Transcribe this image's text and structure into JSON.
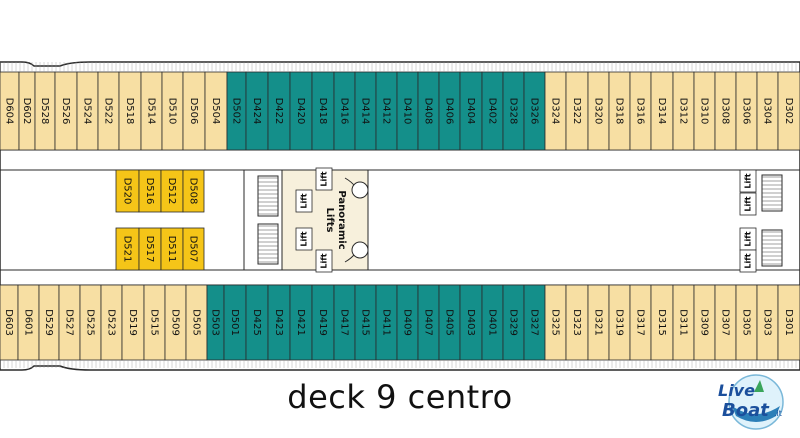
{
  "caption": "deck 9 centro",
  "logo": {
    "line1": "Live",
    "line2": "Boat",
    "suffix": ".it"
  },
  "panoramic_label": [
    "Panoramic",
    "Lifts"
  ],
  "lift_label": "Lift",
  "colors": {
    "cabin_light": "#f7dfa3",
    "cabin_teal": "#148f8a",
    "cabin_yellow": "#f5c518",
    "outline": "#2a2a2a",
    "corridor": "#ffffff"
  },
  "cabins_top": [
    "D604",
    "D602",
    "D528",
    "D526",
    "D524",
    "D522",
    "D518",
    "D514",
    "D510",
    "D506",
    "D504",
    "D502",
    "D424",
    "D422",
    "D420",
    "D418",
    "D416",
    "D414",
    "D412",
    "D410",
    "D408",
    "D406",
    "D404",
    "D402",
    "D328",
    "D326",
    "D324",
    "D322",
    "D320",
    "D318",
    "D316",
    "D314",
    "D312",
    "D310",
    "D308",
    "D306",
    "D304",
    "D302"
  ],
  "cabins_bottom": [
    "D603",
    "D601",
    "D529",
    "D527",
    "D525",
    "D523",
    "D519",
    "D515",
    "D509",
    "D505",
    "D503",
    "D501",
    "D425",
    "D423",
    "D421",
    "D419",
    "D417",
    "D415",
    "D411",
    "D409",
    "D407",
    "D405",
    "D403",
    "D401",
    "D329",
    "D327",
    "D325",
    "D323",
    "D321",
    "D319",
    "D317",
    "D315",
    "D311",
    "D309",
    "D307",
    "D305",
    "D303",
    "D301"
  ],
  "cabins_inner_top": [
    "D520",
    "D516",
    "D512",
    "D508"
  ],
  "cabins_inner_bottom": [
    "D521",
    "D517",
    "D511",
    "D507"
  ]
}
